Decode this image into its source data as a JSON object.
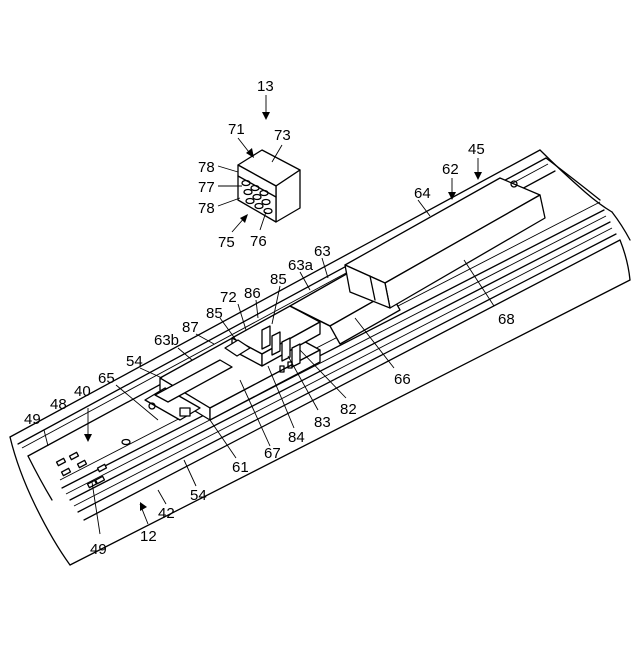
{
  "figure": {
    "labels": [
      {
        "id": "l13",
        "text": "13"
      },
      {
        "id": "l71",
        "text": "71"
      },
      {
        "id": "l73",
        "text": "73"
      },
      {
        "id": "l78a",
        "text": "78"
      },
      {
        "id": "l77",
        "text": "77"
      },
      {
        "id": "l78b",
        "text": "78"
      },
      {
        "id": "l75",
        "text": "75"
      },
      {
        "id": "l76",
        "text": "76"
      },
      {
        "id": "l45",
        "text": "45"
      },
      {
        "id": "l62",
        "text": "62"
      },
      {
        "id": "l64",
        "text": "64"
      },
      {
        "id": "l63",
        "text": "63"
      },
      {
        "id": "l63a",
        "text": "63a"
      },
      {
        "id": "l85a",
        "text": "85"
      },
      {
        "id": "l86",
        "text": "86"
      },
      {
        "id": "l72",
        "text": "72"
      },
      {
        "id": "l85b",
        "text": "85"
      },
      {
        "id": "l87",
        "text": "87"
      },
      {
        "id": "l63b",
        "text": "63b"
      },
      {
        "id": "l54a",
        "text": "54"
      },
      {
        "id": "l65",
        "text": "65"
      },
      {
        "id": "l40",
        "text": "40"
      },
      {
        "id": "l48",
        "text": "48"
      },
      {
        "id": "l49a",
        "text": "49"
      },
      {
        "id": "l68",
        "text": "68"
      },
      {
        "id": "l66",
        "text": "66"
      },
      {
        "id": "l82",
        "text": "82"
      },
      {
        "id": "l83",
        "text": "83"
      },
      {
        "id": "l84",
        "text": "84"
      },
      {
        "id": "l67",
        "text": "67"
      },
      {
        "id": "l61",
        "text": "61"
      },
      {
        "id": "l54b",
        "text": "54"
      },
      {
        "id": "l42",
        "text": "42"
      },
      {
        "id": "l12",
        "text": "12"
      },
      {
        "id": "l49b",
        "text": "49"
      }
    ]
  }
}
